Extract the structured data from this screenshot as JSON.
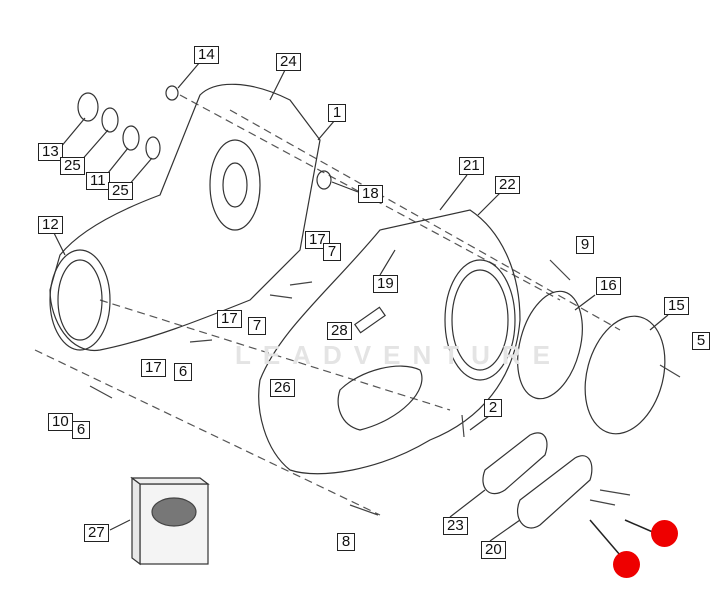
{
  "diagram": {
    "watermark": "LEADVENTURE",
    "accent_color": "#ee0000",
    "callouts": [
      "14",
      "24",
      "1",
      "13",
      "25",
      "11",
      "25",
      "18",
      "21",
      "22",
      "12",
      "17",
      "7",
      "9",
      "19",
      "16",
      "15",
      "17",
      "7",
      "28",
      "5",
      "17",
      "6",
      "26",
      "2",
      "10",
      "6",
      "27",
      "23",
      "8",
      "20"
    ],
    "hotspots": [
      "hotspot-1",
      "hotspot-2"
    ]
  }
}
